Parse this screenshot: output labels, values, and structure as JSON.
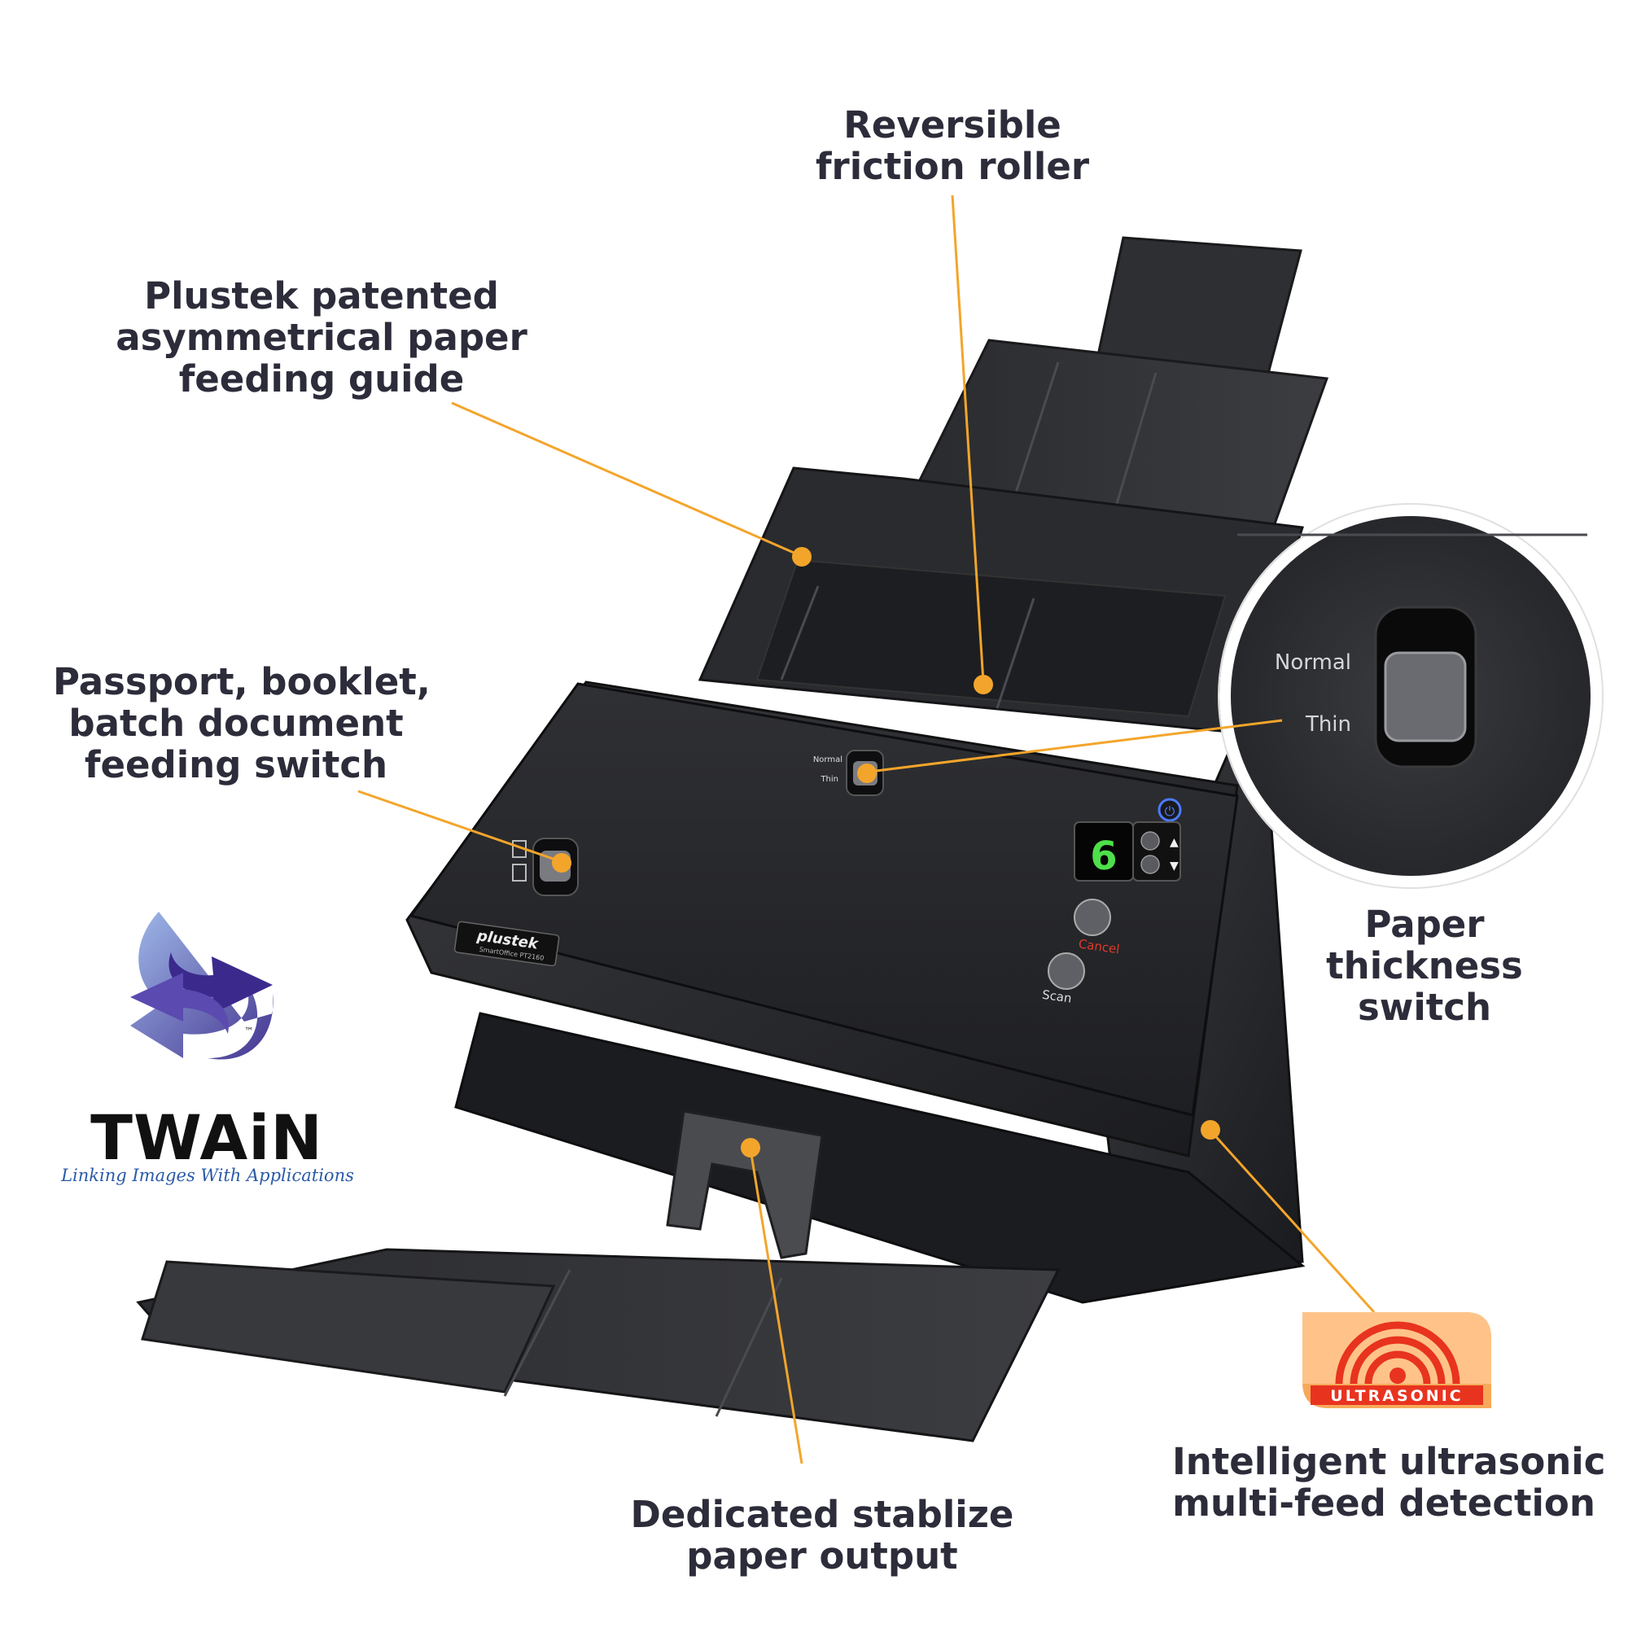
{
  "callouts": {
    "reversible_roller": [
      "Reversible",
      "friction roller"
    ],
    "feeding_guide": [
      "Plustek patented",
      "asymmetrical paper",
      "feeding guide"
    ],
    "feeding_switch": [
      "Passport, booklet,",
      "batch document",
      "feeding switch"
    ],
    "thickness_switch": [
      "Paper",
      "thickness",
      "switch"
    ],
    "paper_output": [
      "Dedicated stablize",
      "paper output"
    ],
    "ultrasonic": [
      "Intelligent ultrasonic",
      "multi-feed detection"
    ]
  },
  "scanner": {
    "brand": "plustek",
    "model": "SmartOffice PT2160",
    "switch_normal": "Normal",
    "switch_thin": "Thin",
    "display_digit": "6",
    "cancel_label": "Cancel",
    "scan_label": "Scan"
  },
  "zoom_inset": {
    "normal_label": "Normal",
    "thin_label": "Thin"
  },
  "twain_logo": {
    "wordmark": "TWAiN",
    "tagline": "Linking Images With Applications",
    "trademark": "™"
  },
  "ultrasonic_badge": {
    "label": "ULTRASONIC"
  },
  "colors": {
    "accent": "#f3a52b",
    "text": "#2c2c3a",
    "ultrasonic_red": "#e8331f",
    "twain_blue": "#2a5aa8"
  }
}
